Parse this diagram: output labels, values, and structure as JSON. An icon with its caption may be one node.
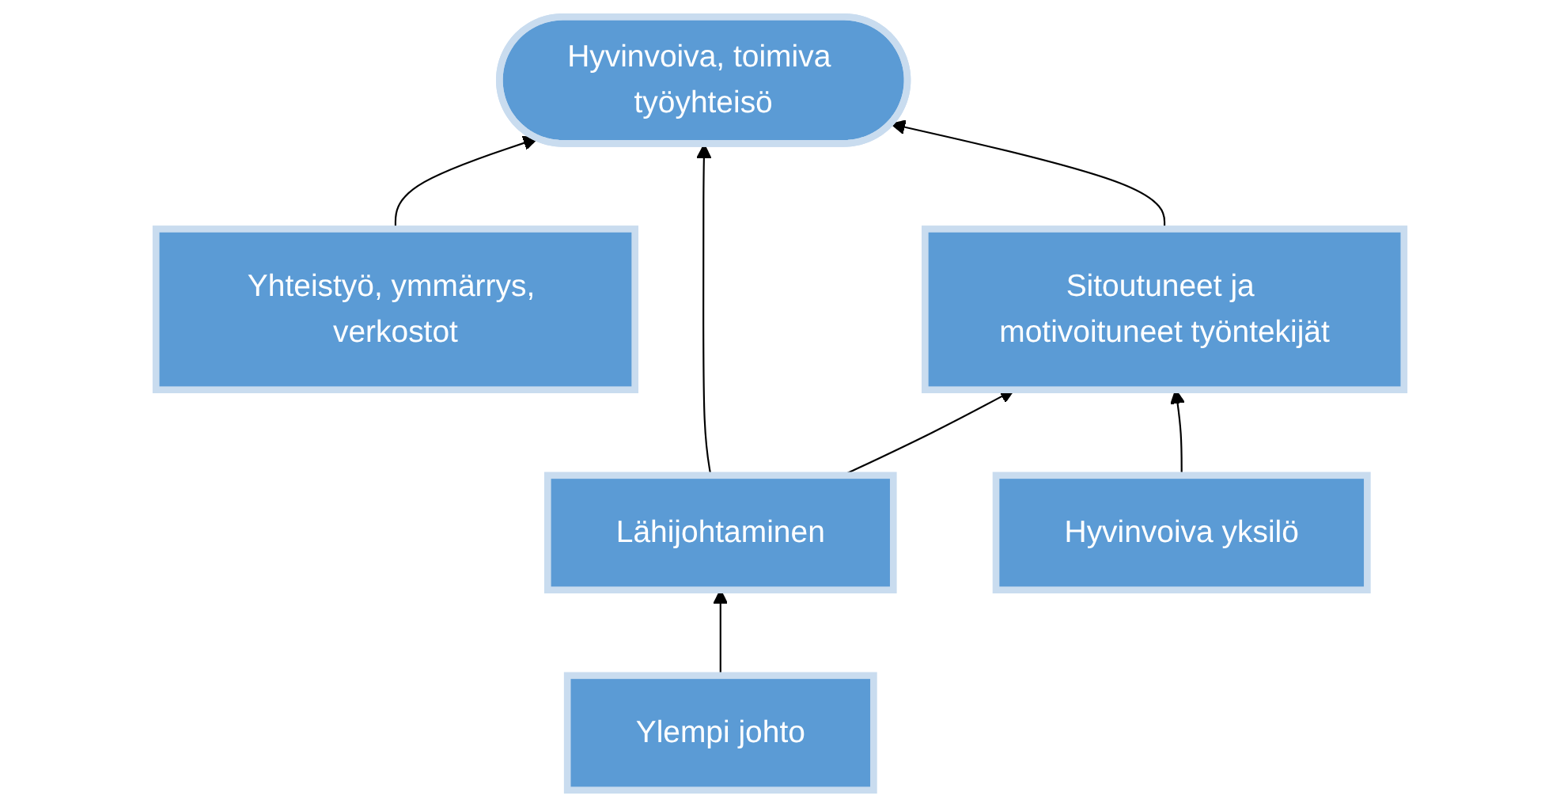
{
  "diagram": {
    "nodes": [
      {
        "text": [
          "Hyvinvoiva, toimiva työyhteisö"
        ]
      },
      {
        "text": [
          "Yhteistyö, ymmärrys, verkostot"
        ]
      },
      {
        "text": [
          "Lähijohtaminen"
        ]
      },
      {
        "text": [
          "Sitoutuneet ja motivoituneet työntekijät"
        ]
      },
      {
        "text": [
          "Ylempi johto"
        ]
      },
      {
        "text": [
          "Hyvinvoiva yksilö"
        ]
      }
    ],
    "edges": [
      {
        "from": 1,
        "to": 0,
        "arrow": "to"
      },
      {
        "from": 2,
        "to": 0,
        "arrow": "to"
      },
      {
        "from": 3,
        "to": 0,
        "arrow": "to"
      },
      {
        "from": 2,
        "to": 3,
        "arrow": "to"
      },
      {
        "from": 4,
        "to": 2,
        "arrow": "to"
      },
      {
        "from": 5,
        "to": 3,
        "arrow": "to"
      }
    ]
  }
}
